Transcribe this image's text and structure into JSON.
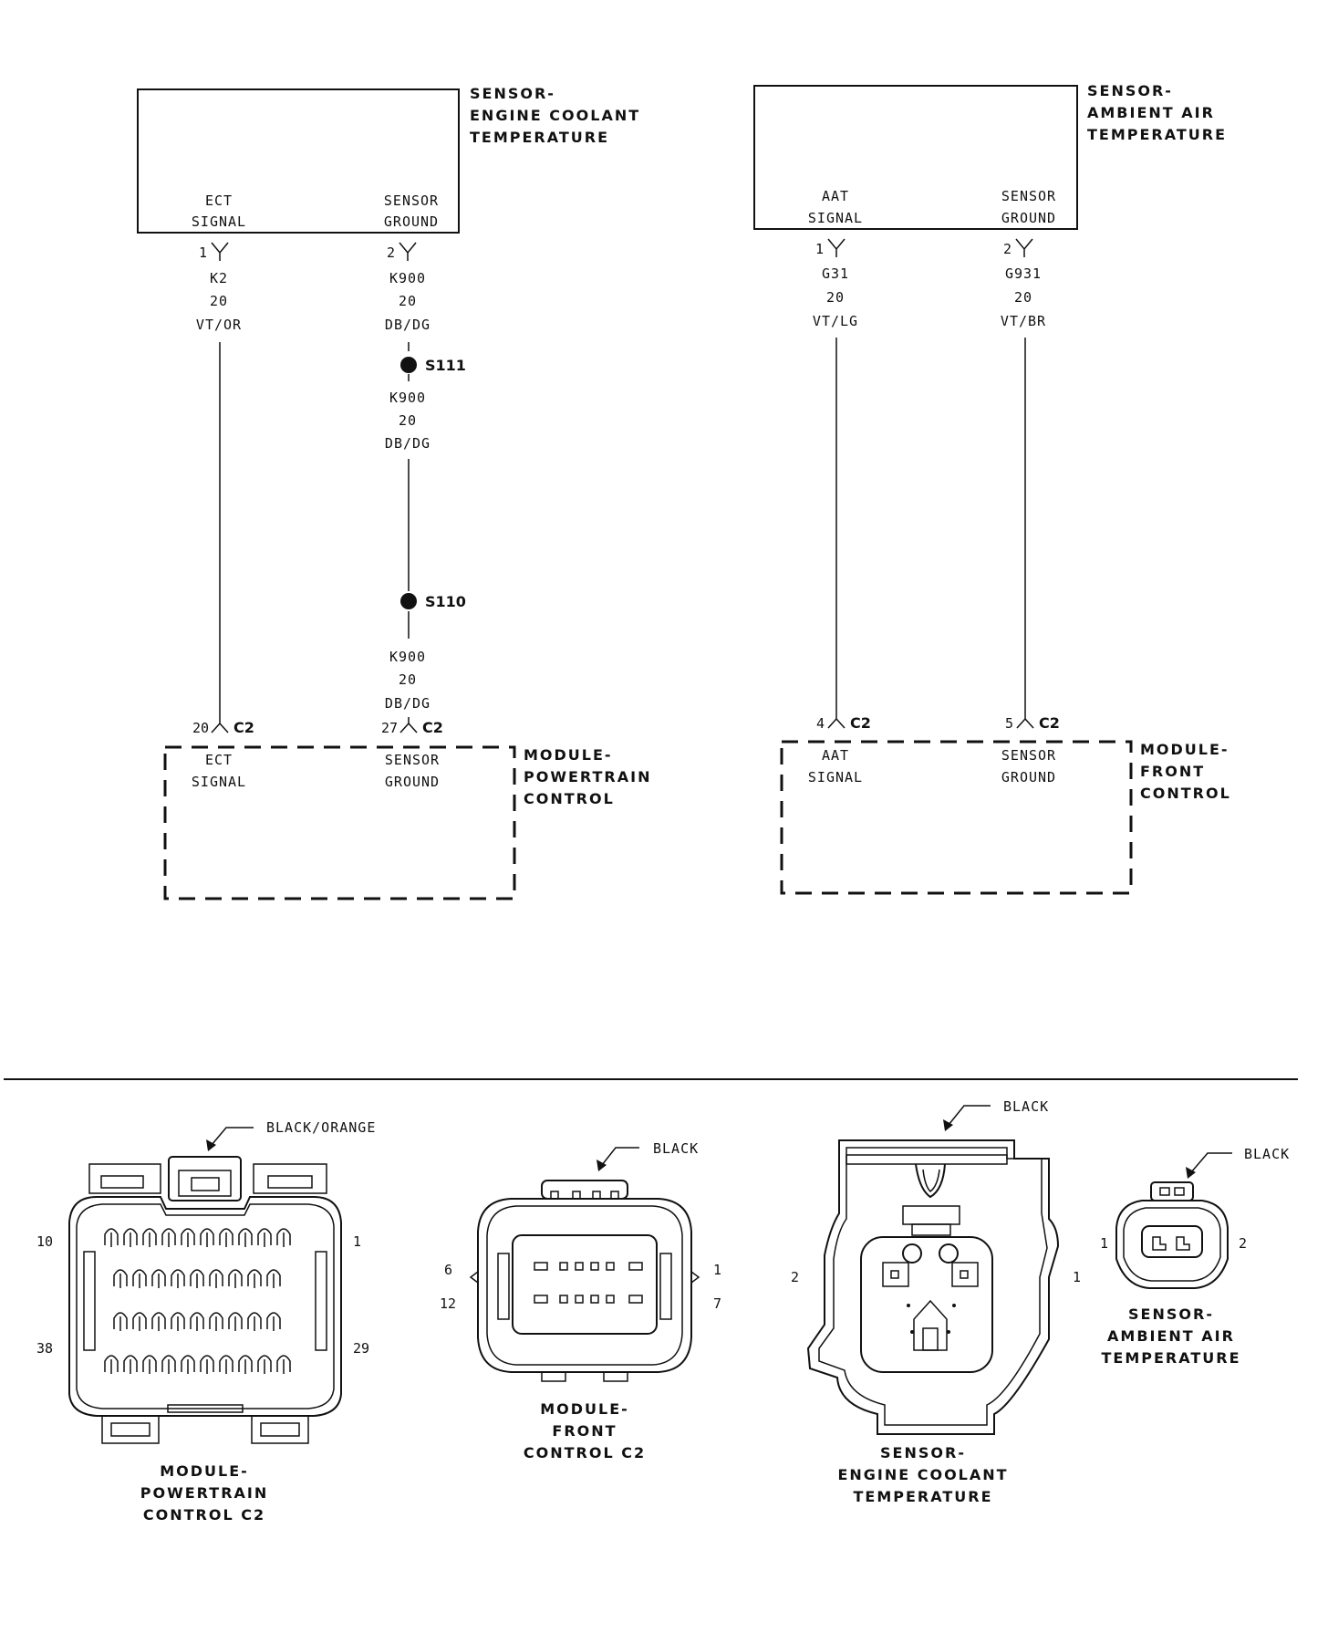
{
  "ect_sensor": {
    "title_lines": [
      "SENSOR-",
      "ENGINE COOLANT",
      "TEMPERATURE"
    ],
    "pin1_label": [
      "ECT",
      "SIGNAL"
    ],
    "pin2_label": [
      "SENSOR",
      "GROUND"
    ],
    "pin1_num": "1",
    "pin2_num": "2"
  },
  "ect_wire_signal": [
    "K2",
    "20",
    "VT/OR"
  ],
  "ect_wire_ground_a": [
    "K900",
    "20",
    "DB/DG"
  ],
  "splice_s111": "S111",
  "ect_wire_ground_b": [
    "K900",
    "20",
    "DB/DG"
  ],
  "splice_s110": "S110",
  "ect_wire_ground_c": [
    "K900",
    "20",
    "DB/DG"
  ],
  "pcm": {
    "title_lines": [
      "MODULE-",
      "POWERTRAIN",
      "CONTROL"
    ],
    "pin_a_num": "20",
    "pin_b_num": "27",
    "connector": "C2",
    "pin_a_label": [
      "ECT",
      "SIGNAL"
    ],
    "pin_b_label": [
      "SENSOR",
      "GROUND"
    ]
  },
  "aat_sensor": {
    "title_lines": [
      "SENSOR-",
      "AMBIENT AIR",
      "TEMPERATURE"
    ],
    "pin1_label": [
      "AAT",
      "SIGNAL"
    ],
    "pin2_label": [
      "SENSOR",
      "GROUND"
    ],
    "pin1_num": "1",
    "pin2_num": "2"
  },
  "aat_wire_signal": [
    "G31",
    "20",
    "VT/LG"
  ],
  "aat_wire_ground": [
    "G931",
    "20",
    "VT/BR"
  ],
  "fcm": {
    "title_lines": [
      "MODULE-",
      "FRONT",
      "CONTROL"
    ],
    "pin_a_num": "4",
    "pin_b_num": "5",
    "connector": "C2",
    "pin_a_label": [
      "AAT",
      "SIGNAL"
    ],
    "pin_b_label": [
      "SENSOR",
      "GROUND"
    ]
  },
  "connector_views": {
    "pcm_c2": {
      "color": "BLACK/ORANGE",
      "pins": {
        "top_left": "10",
        "top_right": "1",
        "bottom_left": "38",
        "bottom_right": "29"
      },
      "title_lines": [
        "MODULE-",
        "POWERTRAIN",
        "CONTROL C2"
      ]
    },
    "fcm_c2": {
      "color": "BLACK",
      "pins": {
        "top_left": "6",
        "top_right": "1",
        "bottom_left": "12",
        "bottom_right": "7"
      },
      "title_lines": [
        "MODULE-",
        "FRONT",
        "CONTROL C2"
      ]
    },
    "ect": {
      "color": "BLACK",
      "pins": {
        "left": "2",
        "right": "1"
      },
      "title_lines": [
        "SENSOR-",
        "ENGINE COOLANT",
        "TEMPERATURE"
      ]
    },
    "aat": {
      "color": "BLACK",
      "pins": {
        "left": "1",
        "right": "2"
      },
      "title_lines": [
        "SENSOR-",
        "AMBIENT AIR",
        "TEMPERATURE"
      ]
    }
  }
}
